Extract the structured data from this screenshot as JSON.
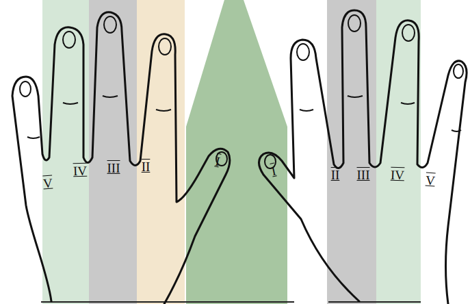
{
  "diagram": {
    "labels": [
      "V",
      "IV",
      "III",
      "II",
      "I",
      "I",
      "II",
      "III",
      "IV",
      "V"
    ]
  }
}
